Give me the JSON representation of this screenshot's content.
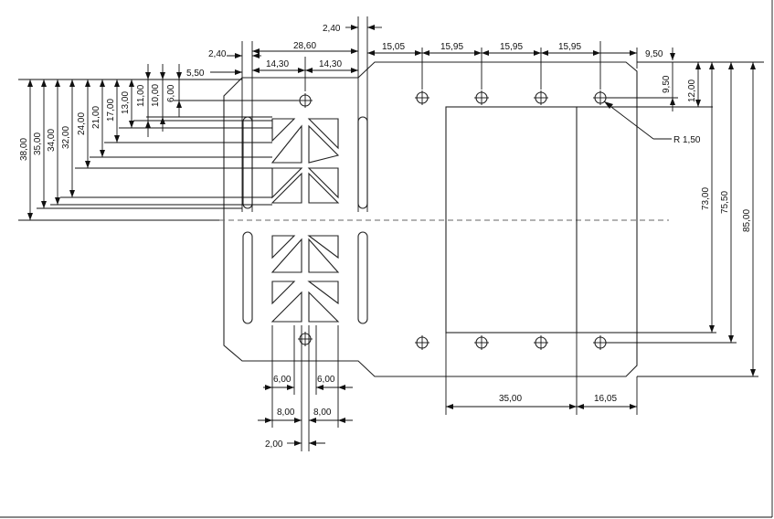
{
  "drawing": {
    "radius_label": "R 1,50",
    "top": {
      "d_2_40_left": "2,40",
      "d_28_60": "28,60",
      "d_14_30_a": "14,30",
      "d_14_30_b": "14,30",
      "d_2_40_top": "2,40",
      "d_5_50": "5,50",
      "d_15_05": "15,05",
      "d_15_95_a": "15,95",
      "d_15_95_b": "15,95",
      "d_15_95_c": "15,95",
      "d_9_50_top": "9,50"
    },
    "left": {
      "d_38": "38,00",
      "d_35": "35,00",
      "d_34": "34,00",
      "d_32": "32,00",
      "d_24": "24,00",
      "d_21": "21,00",
      "d_17": "17,00",
      "d_13": "13,00",
      "d_11": "11,00",
      "d_10": "10,00",
      "d_6": "6,00"
    },
    "right": {
      "d_9_50": "9,50",
      "d_12": "12,00",
      "d_73": "73,00",
      "d_75_50": "75,50",
      "d_85": "85,00"
    },
    "bottom": {
      "d_6_left": "6,00",
      "d_6_right": "6,00",
      "d_8_left": "8,00",
      "d_8_right": "8,00",
      "d_2": "2,00",
      "d_35": "35,00",
      "d_16_05": "16,05"
    }
  }
}
